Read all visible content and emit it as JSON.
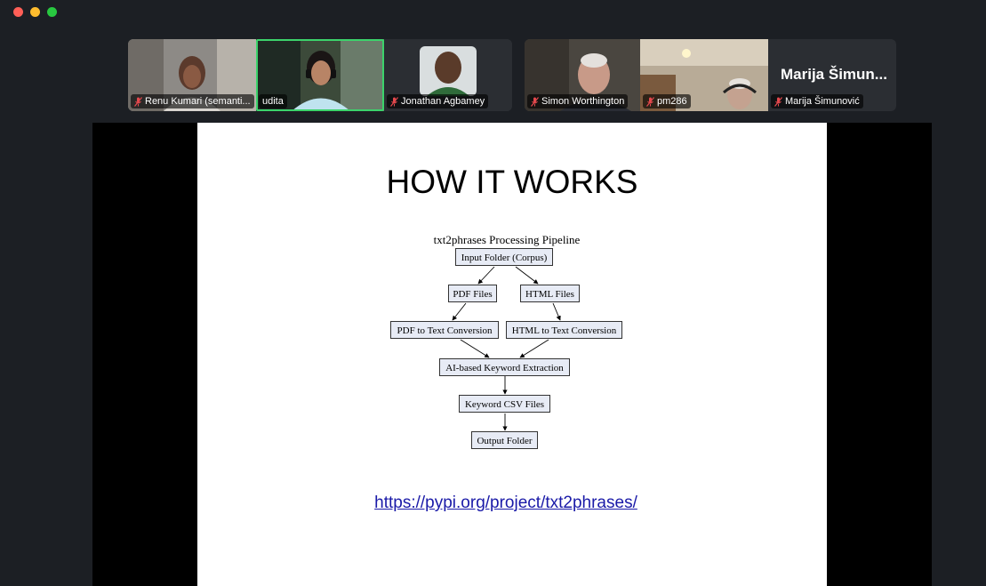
{
  "window": {
    "controls": [
      "close",
      "minimize",
      "maximize"
    ]
  },
  "participants_group_1": [
    {
      "name": "Renu Kumari (semanti...",
      "muted": true,
      "active": false
    },
    {
      "name": "udita",
      "muted": false,
      "active": true
    },
    {
      "name": "Jonathan Agbamey",
      "muted": true,
      "active": false
    }
  ],
  "participants_group_2": [
    {
      "name": "Simon Worthington",
      "muted": true
    },
    {
      "name": "pm286",
      "muted": true
    },
    {
      "name": "Marija Šimunović",
      "muted": true,
      "display_name": "Marija Šimun..."
    }
  ],
  "slide": {
    "title": "HOW IT WORKS",
    "diagram": {
      "title": "txt2phrases Processing Pipeline",
      "nodes": {
        "input": "Input Folder (Corpus)",
        "pdf": "PDF Files",
        "html": "HTML Files",
        "pdf2txt": "PDF to Text Conversion",
        "html2txt": "HTML to Text Conversion",
        "extract": "AI-based Keyword Extraction",
        "csv": "Keyword CSV Files",
        "output": "Output Folder"
      }
    },
    "link": "https://pypi.org/project/txt2phrases/"
  },
  "colors": {
    "active_speaker_border": "#3cd36b",
    "mute_icon": "#e5484d",
    "link": "#1a1aa8",
    "node_fill": "#e7ebf5"
  }
}
